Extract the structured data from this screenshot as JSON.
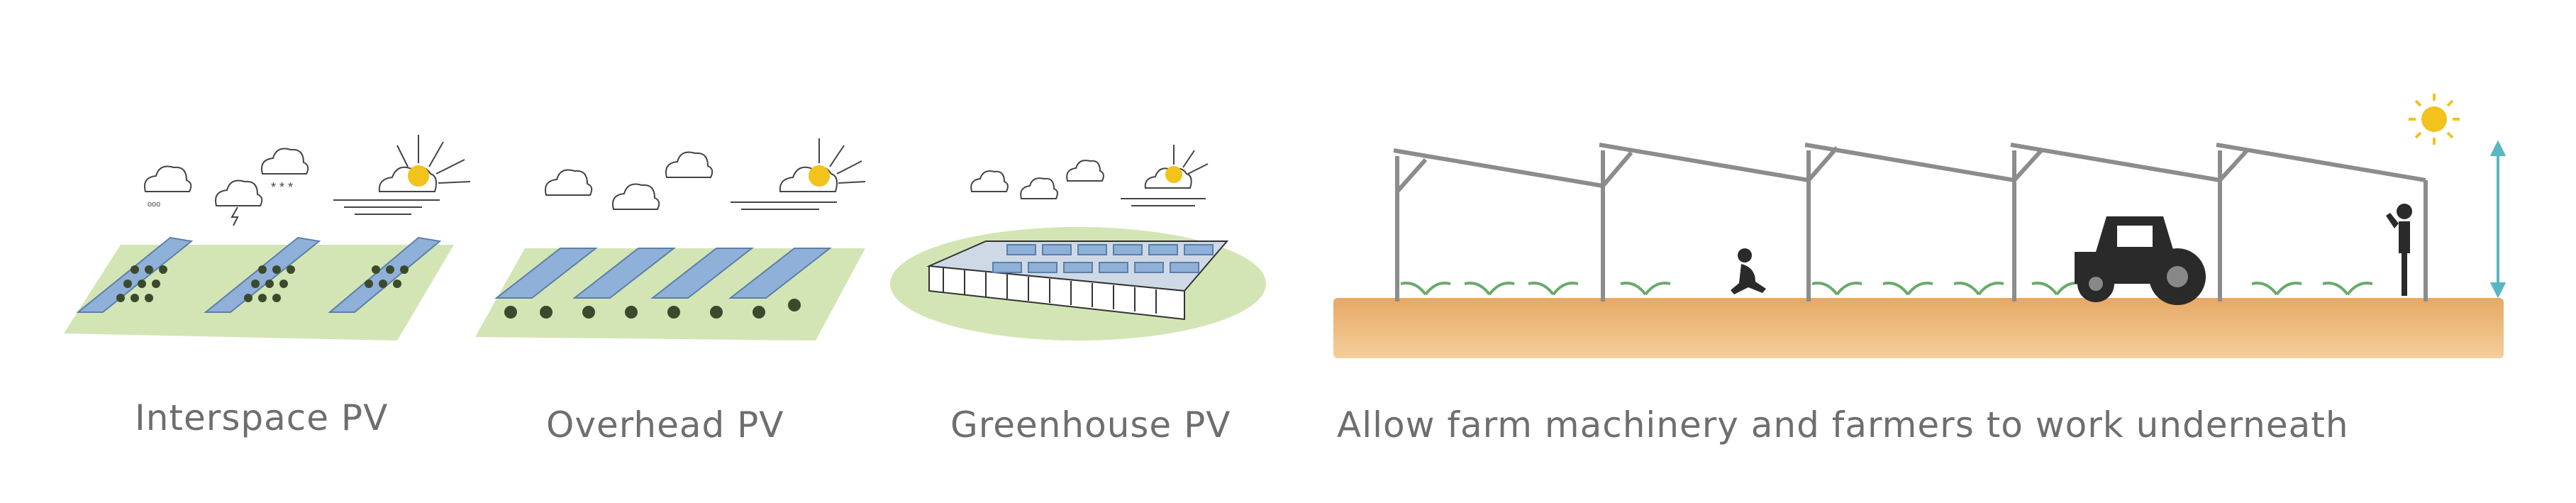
{
  "captions": {
    "interspace": "Interspace PV",
    "overhead": "Overhead PV",
    "greenhouse": "Greenhouse PV",
    "machinery": "Allow farm machinery and farmers to work underneath"
  },
  "colors": {
    "caption_text": "#6e6e6e",
    "ground_green": "#d3e5b4",
    "panel_blue": "#8fb0d8",
    "soil": "#e0a15e",
    "structure_gray": "#8c8c8c",
    "sun_yellow": "#f2c21d",
    "arrow_teal": "#58b7c3"
  },
  "icons": [
    "rain-cloud-icon",
    "thunder-cloud-icon",
    "snow-cloud-icon",
    "sunrise-icon",
    "sun-icon",
    "tractor-icon",
    "farmer-icon",
    "height-arrow-icon"
  ]
}
